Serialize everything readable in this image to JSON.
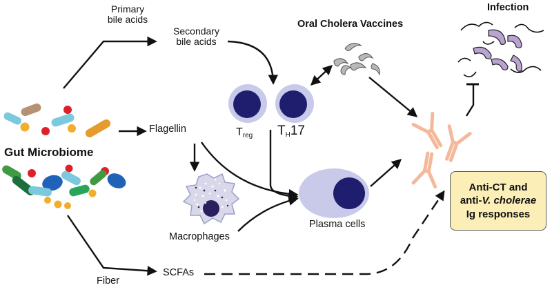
{
  "labels": {
    "gut_microbiome": "Gut Microbiome",
    "primary_bile_acids": [
      "Primary",
      "bile acids"
    ],
    "secondary_bile_acids": [
      "Secondary",
      "bile acids"
    ],
    "flagellin": "Flagellin",
    "macrophages": "Macrophages",
    "treg_main": "T",
    "treg_sub": "reg",
    "th17_main": "T",
    "th17_sub": "H",
    "th17_tail": "17",
    "oral_cholera_vaccines": "Oral Cholera Vaccines",
    "infection": "Infection",
    "plasma_cells": "Plasma cells",
    "fiber": "Fiber",
    "scfas": "SCFAs"
  },
  "callout": {
    "line1": "Anti-CT and",
    "line2_prefix": "anti-",
    "line2_italic": "V. cholerae",
    "line3": "Ig responses"
  },
  "colors": {
    "cell_outer": "#c9c9ea",
    "cell_nucleus": "#1f1e6e",
    "antibody": "#f3b99a",
    "callout_fill": "#fbefb7",
    "vaccine_bacteria": "#b8b8b8",
    "infection_bacteria": "#b9a3d3",
    "arrow": "#111111"
  }
}
